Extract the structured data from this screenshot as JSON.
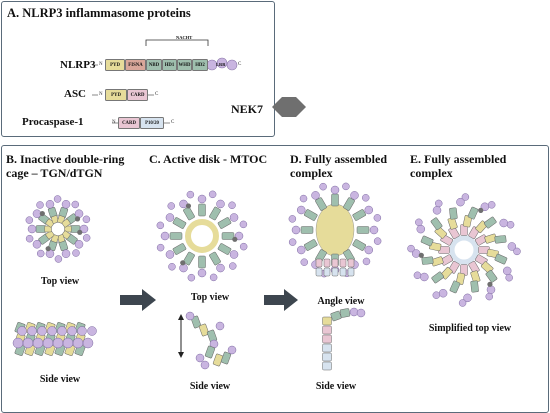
{
  "panel_a": {
    "title": "A. NLRP3 inflammasome proteins",
    "nacht_label": "NACHT",
    "proteins": {
      "nlrp3": {
        "name": "NLRP3",
        "domains": [
          "PYD",
          "FISNA",
          "NBD",
          "HD1",
          "WHD",
          "HD2",
          "LRR"
        ]
      },
      "asc": {
        "name": "ASC",
        "domains": [
          "PYD",
          "CARD"
        ]
      },
      "procaspase": {
        "name": "Procaspase-1",
        "domains": [
          "CARD",
          "P10/20"
        ]
      }
    },
    "n_term": "N",
    "c_term": "C",
    "nek7": "NEK7"
  },
  "panel_b": {
    "title": "B. Inactive double-ring cage – TGN/dTGN",
    "top_caption": "Top view",
    "side_caption": "Side view"
  },
  "panel_c": {
    "title": "C. Active disk - MTOC",
    "top_caption": "Top view",
    "side_caption": "Side view"
  },
  "panel_d": {
    "title": "D. Fully assembled complex",
    "top_caption": "Angle view",
    "side_caption": "Side view"
  },
  "panel_e": {
    "title": "E. Fully assembled complex",
    "caption": "Simplified top view"
  },
  "colors": {
    "pyd": "#e6dc9a",
    "fisna": "#d9a79a",
    "nacht": "#9fbfae",
    "lrr": "#c9b5e0",
    "card": "#e9c6d3",
    "p1020": "#d7e3ef",
    "nek7": "#6f6f6f",
    "arrow": "#3d464f"
  }
}
